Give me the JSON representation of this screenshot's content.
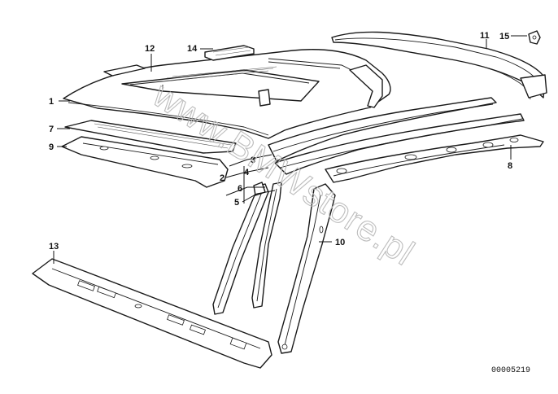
{
  "callouts": [
    "1",
    "2",
    "3",
    "4",
    "5",
    "6",
    "7",
    "8",
    "9",
    "10",
    "11",
    "12",
    "13",
    "14",
    "15"
  ],
  "watermark_text": "www.BMWstore.pl",
  "drawing_number": "00005219"
}
